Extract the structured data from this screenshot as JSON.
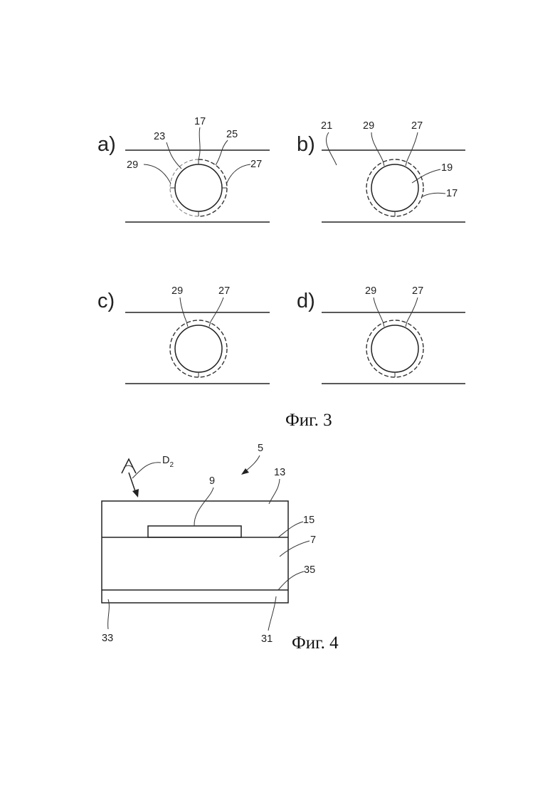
{
  "figure3": {
    "caption": "Фиг. 3",
    "panels": {
      "a": {
        "letter": "a)",
        "refs": {
          "r17": "17",
          "r23": "23",
          "r25": "25",
          "r29": "29",
          "r27": "27"
        }
      },
      "b": {
        "letter": "b)",
        "refs": {
          "r21": "21",
          "r29": "29",
          "r27": "27",
          "r19": "19",
          "r17": "17"
        }
      },
      "c": {
        "letter": "c)",
        "refs": {
          "r29": "29",
          "r27": "27"
        }
      },
      "d": {
        "letter": "d)",
        "refs": {
          "r29": "29",
          "r27": "27"
        }
      }
    }
  },
  "figure4": {
    "caption": "Фиг. 4",
    "refs": {
      "r5": "5",
      "d2": "D",
      "d2_sub": "2",
      "r9": "9",
      "r13": "13",
      "r15": "15",
      "r7": "7",
      "r35": "35",
      "r33": "33",
      "r31": "31"
    }
  }
}
